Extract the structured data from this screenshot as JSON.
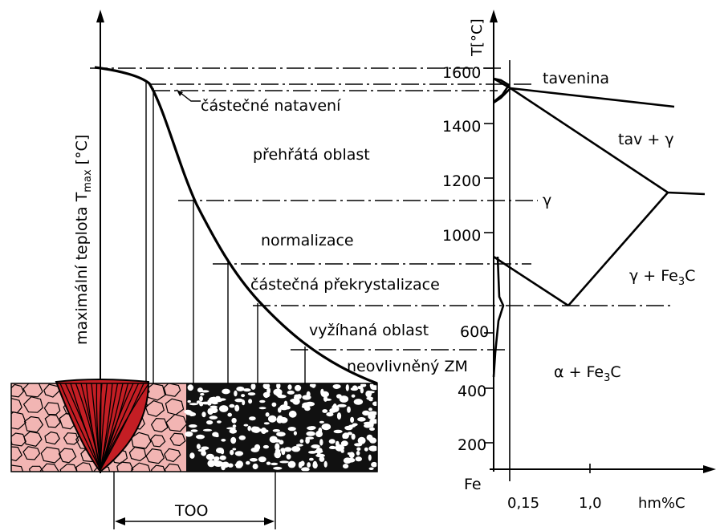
{
  "left_axis": {
    "label_main": "maximální teplota T",
    "label_sub": "max",
    "label_unit": "[°C]"
  },
  "zones": {
    "partial_melting": "částečné natavení",
    "overheated": "přehřátá oblast",
    "normalization": "normalizace",
    "partial_recrystallization": "částečná překrystalizace",
    "annealed": "vyžíhaná oblast",
    "unaffected": "neovlivněný ZM"
  },
  "too_label": "TOO",
  "phase_diagram": {
    "y_axis_label": "T[°C]",
    "y_ticks": [
      "1600",
      "1400",
      "1200",
      "1000",
      "600",
      "400",
      "200"
    ],
    "origin_label": "Fe",
    "x_ticks": [
      "0,15",
      "1,0",
      "hm%C"
    ],
    "regions": {
      "melt": "tavenina",
      "melt_gamma": "tav + γ",
      "gamma": "γ",
      "gamma_fe3c_main": "γ + Fe",
      "gamma_fe3c_sub": "3",
      "gamma_fe3c_tail": "C",
      "alpha_fe3c_main": "α + Fe",
      "alpha_fe3c_sub": "3",
      "alpha_fe3c_tail": "C"
    }
  },
  "colors": {
    "weld": "#c41e24",
    "haz": "#f2b5b3",
    "base_metal": "#111111",
    "line": "#000000"
  }
}
